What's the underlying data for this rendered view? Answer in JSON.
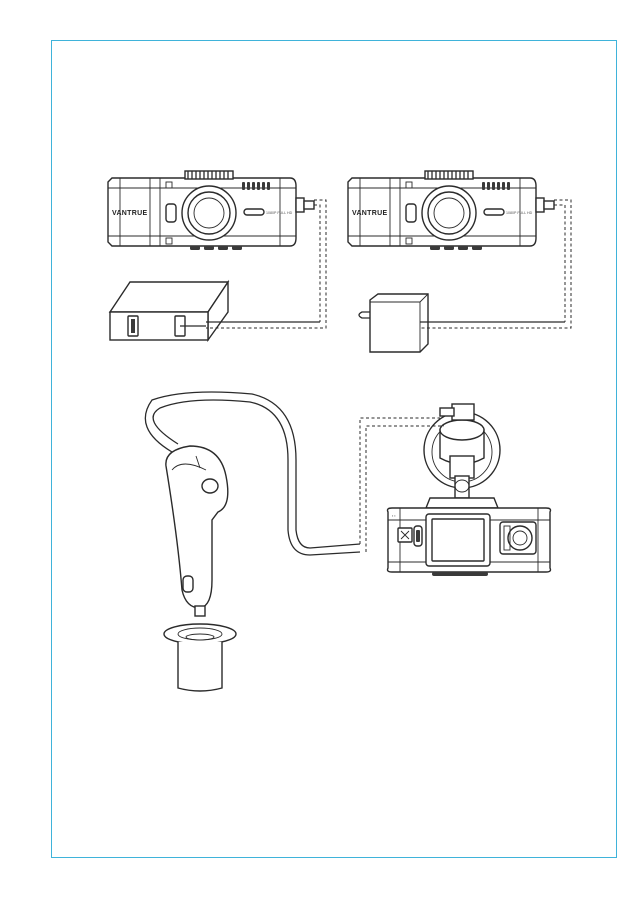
{
  "frame": {
    "border_color": "#3fb3da"
  },
  "cameras": [
    {
      "brand": "VANTRUE",
      "resolution_label": "1080P FULL HD"
    },
    {
      "brand": "VANTRUE",
      "resolution_label": "1080P FULL HD"
    }
  ],
  "power_sources": [
    {
      "icon": "power-bank-icon"
    },
    {
      "icon": "wall-adapter-icon"
    },
    {
      "icon": "car-charger-icon"
    },
    {
      "icon": "cigarette-socket-icon"
    }
  ],
  "mounted_camera": {
    "icon": "dash-cam-on-suction-mount-icon"
  }
}
